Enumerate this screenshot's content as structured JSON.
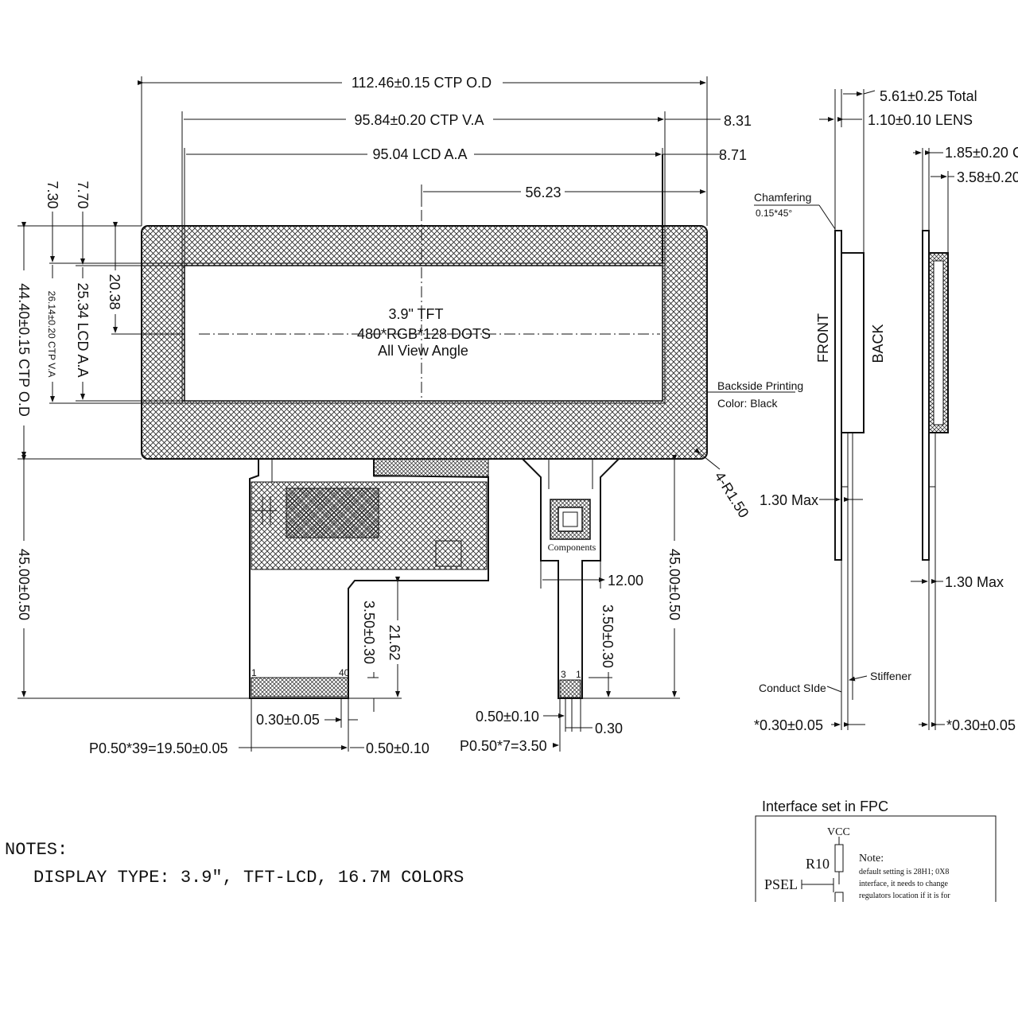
{
  "dims": {
    "ctp_od_w": "112.46±0.15 CTP O.D",
    "ctp_va_w": "95.84±0.20 CTP V.A",
    "lcd_aa_w": "95.04 LCD A.A",
    "offset_5623": "56.23",
    "offset_831": "8.31",
    "offset_871": "8.71",
    "v_730": "7.30",
    "v_770": "7.70",
    "ctp_od_h": "44.40±0.15 CTP O.D",
    "ctp_va_h": "26.14±0.20 CTP V.A",
    "lcd_aa_h": "25.34 LCD A.A",
    "v_2038": "20.38",
    "fpc_total_left": "45.00±0.50",
    "fpc_total_right": "45.00±0.50",
    "stiff_left": "3.50±0.30",
    "stiff_right": "3.50±0.30",
    "d_2162": "21.62",
    "d_1200": "12.00",
    "corner": "4-R1.50",
    "pitch_left_w": "0.30±0.05",
    "pitch_left_total": "P0.50*39=19.50±0.05",
    "pitch_left_p": "0.50±0.10",
    "pitch_right_p": "0.50±0.10",
    "pitch_right_w": "0.30",
    "pitch_right_total": "P0.50*7=3.50",
    "total_thk": "5.61±0.25 Total",
    "lens_thk": "1.10±0.10 LENS",
    "side2_a": "1.85±0.20 C",
    "side2_b": "3.58±0.20",
    "max_130_a": "1.30 Max",
    "max_130_b": "1.30 Max",
    "side_thk_a": "*0.30±0.05",
    "side_thk_b": "*0.30±0.05"
  },
  "labels": {
    "display_line1": "3.9\" TFT",
    "display_line2": "480*RGB*128 DOTS",
    "display_line3": "All View Angle",
    "backside_line1": "Backside Printing",
    "backside_line2": "Color: Black",
    "chamfer_line1": "Chamfering",
    "chamfer_line2": "0.15*45°",
    "front": "FRONT",
    "back": "BACK",
    "components": "Components",
    "pin1_left": "1",
    "pin40_left": "40",
    "pin3_right": "3",
    "pin1_right": "1",
    "conduct": "Conduct SIde",
    "stiffener": "Stiffener"
  },
  "notes": {
    "heading": "NOTES:",
    "line1": "DISPLAY TYPE: 3.9\", TFT-LCD, 16.7M COLORS"
  },
  "interface": {
    "title": "Interface set in FPC",
    "vcc": "VCC",
    "r10": "R10",
    "psel": "PSEL",
    "note_title": "Note:",
    "note_l1": "default setting is 28H1; 0X8",
    "note_l2": "interface, it needs to change",
    "note_l3": "regulators location if it is for"
  }
}
